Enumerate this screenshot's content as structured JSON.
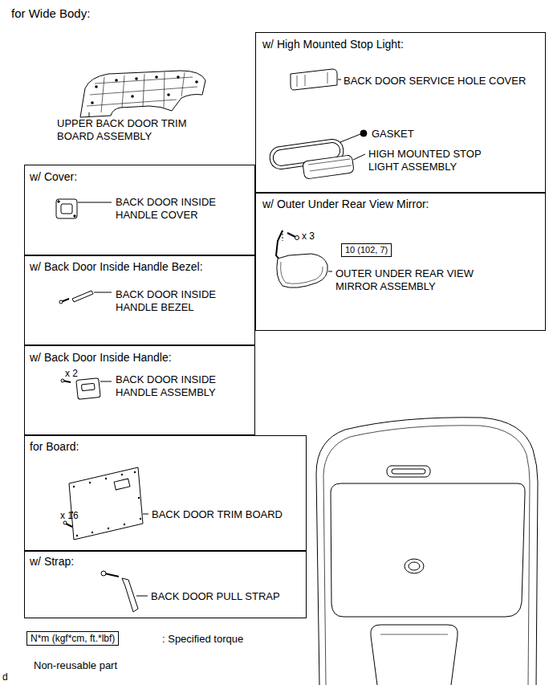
{
  "diagram": {
    "title": "for Wide Body:",
    "nodes": [
      {
        "text": [
          "w/ High Mounted Stop Light:",
          "BACK DOOR SERVICE HOLE COVER",
          "GASKET",
          "HIGH MOUNTED STOP LIGHT ASSEMBLY"
        ]
      },
      {
        "text": [
          "w/ Outer Under Rear View Mirror:",
          "x 3",
          "OUTER UNDER REAR VIEW MIRROR ASSEMBLY"
        ]
      },
      {
        "text": [
          "10 (102, 7)"
        ],
        "in": 1
      },
      {
        "text": [
          "w/ Cover:",
          "BACK DOOR INSIDE HANDLE COVER"
        ]
      },
      {
        "text": [
          "w/ Back Door Inside Handle Bezel:",
          "BACK DOOR INSIDE HANDLE BEZEL"
        ]
      },
      {
        "text": [
          "w/ Back Door Inside Handle:",
          "x 2",
          "BACK DOOR INSIDE HANDLE ASSEMBLY"
        ]
      },
      {
        "text": [
          "for Board:",
          "x 16",
          "BACK DOOR TRIM BOARD"
        ]
      },
      {
        "text": [
          "w/ Strap:",
          "BACK DOOR PULL STRAP"
        ]
      },
      {
        "text": [
          "N*m (kgf*cm, ft.*lbf)"
        ]
      }
    ],
    "labels": [
      "UPPER BACK DOOR TRIM BOARD ASSEMBLY",
      "d"
    ],
    "legend": [
      {
        "text": ": Specified torque"
      },
      {
        "text": "Non-reusable part"
      }
    ]
  }
}
